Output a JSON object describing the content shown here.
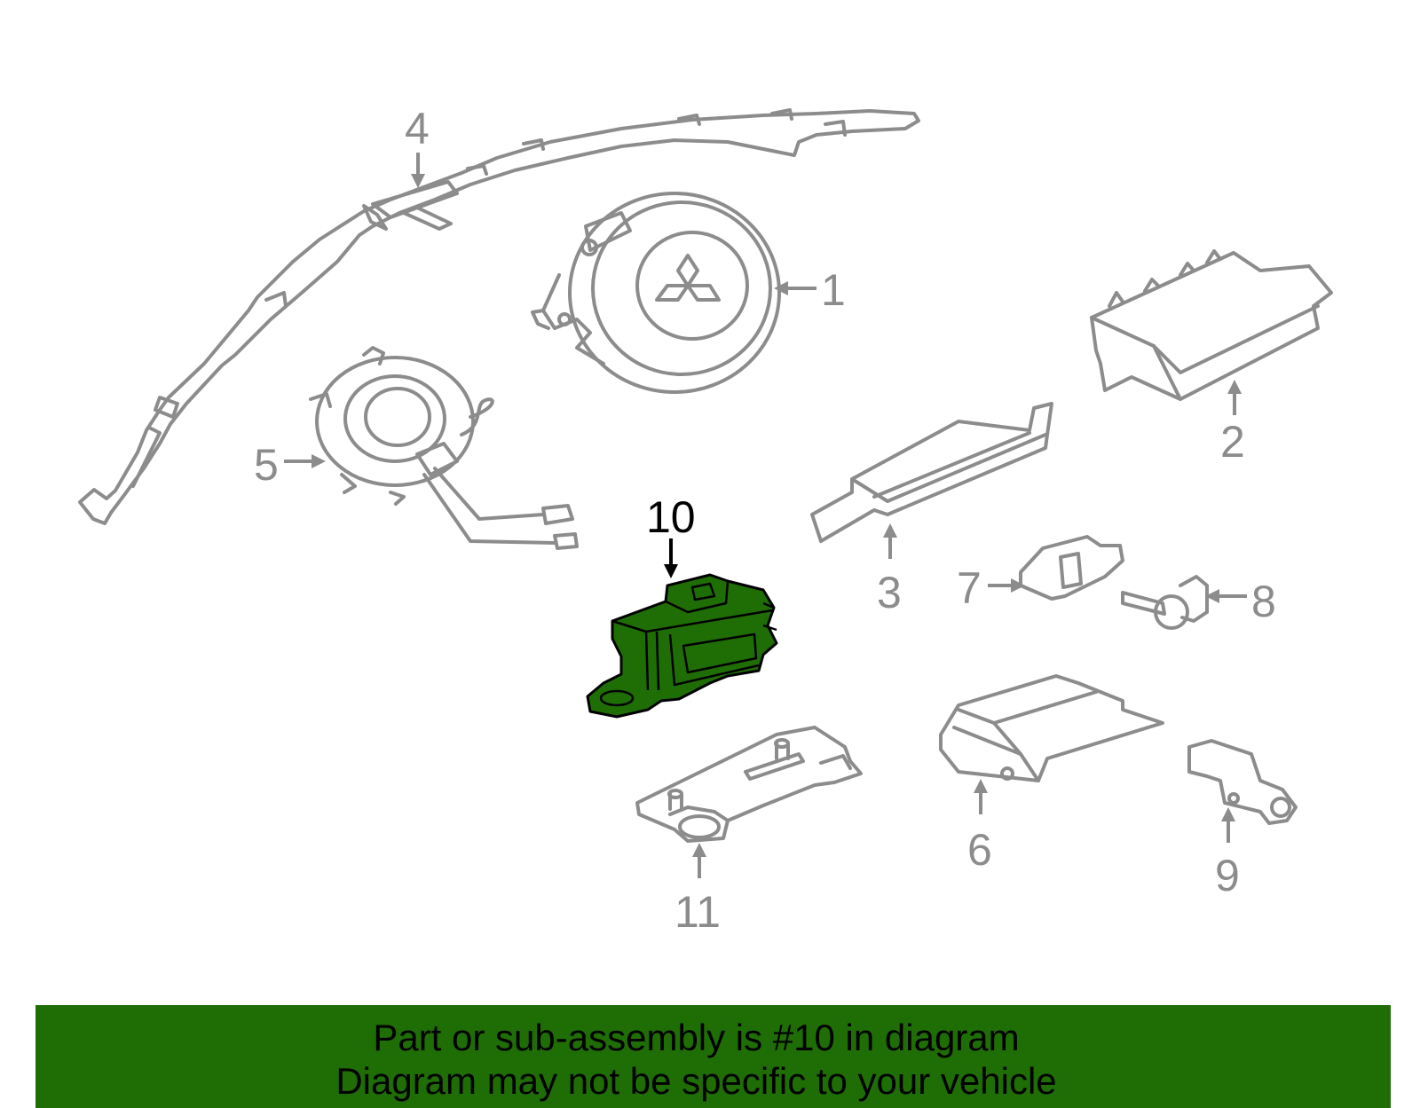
{
  "diagram": {
    "callouts": [
      {
        "number": "1"
      },
      {
        "number": "2"
      },
      {
        "number": "3"
      },
      {
        "number": "4"
      },
      {
        "number": "5"
      },
      {
        "number": "6"
      },
      {
        "number": "7"
      },
      {
        "number": "8"
      },
      {
        "number": "9"
      },
      {
        "number": "10",
        "highlighted": true
      },
      {
        "number": "11"
      }
    ],
    "highlight_color": "#1f6e05",
    "line_color": "#8c8c8c"
  },
  "banner": {
    "line1": "Part or sub-assembly is #10 in diagram",
    "line2": "Diagram may not be specific to your vehicle",
    "background": "#1f6e05"
  }
}
